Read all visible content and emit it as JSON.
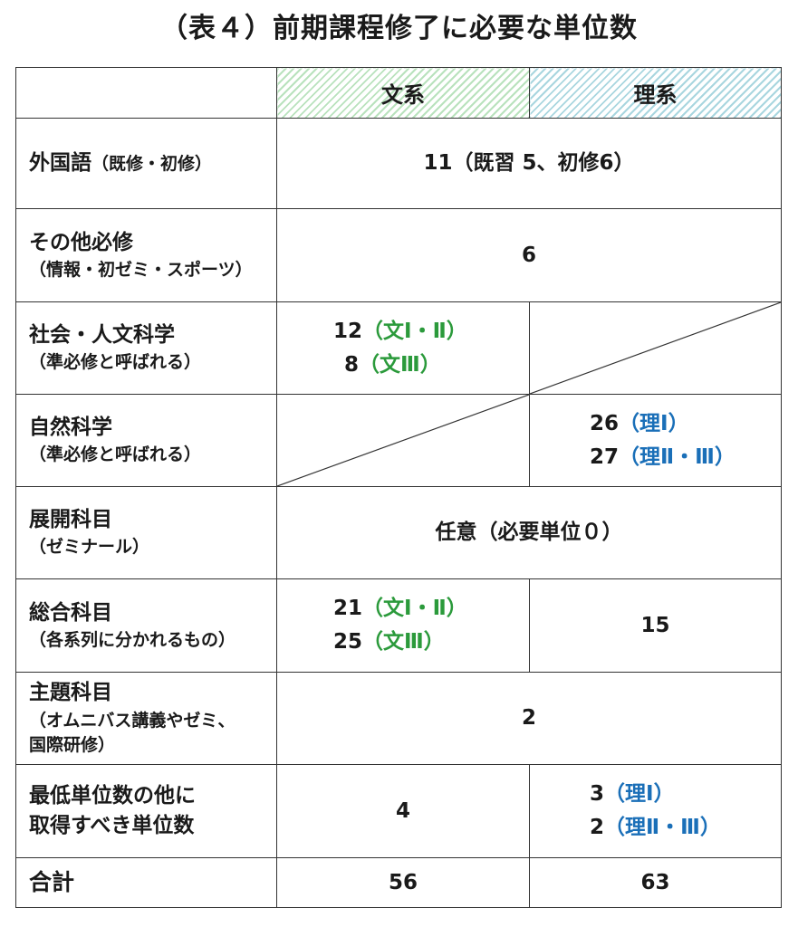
{
  "title": "（表４）前期課程修了に必要な単位数",
  "header": {
    "bunkei": "文系",
    "rikei": "理系"
  },
  "rows": [
    {
      "label_main": "外国語",
      "label_sub": "（既修・初修）",
      "value": "11（既習 5、初修6）"
    },
    {
      "label_main": "その他必修",
      "label_sub": "（情報・初ゼミ・スポーツ）",
      "value": "6"
    },
    {
      "label_main": "社会・人文科学",
      "label_sub": "（準必修と呼ばれる）",
      "bunkei_1_num": "12",
      "bunkei_1_note": "（文Ⅰ・Ⅱ）",
      "bunkei_2_num": "8",
      "bunkei_2_note": "（文Ⅲ）"
    },
    {
      "label_main": "自然科学",
      "label_sub": "（準必修と呼ばれる）",
      "rikei_1_num": "26",
      "rikei_1_note": "（理Ⅰ）",
      "rikei_2_num": "27",
      "rikei_2_note": "（理Ⅱ・Ⅲ）"
    },
    {
      "label_main": "展開科目",
      "label_sub": "（ゼミナール）",
      "value": "任意（必要単位０）"
    },
    {
      "label_main": "総合科目",
      "label_sub": "（各系列に分かれるもの）",
      "bunkei_1_num": "21",
      "bunkei_1_note": "（文Ⅰ・Ⅱ）",
      "bunkei_2_num": "25",
      "bunkei_2_note": "（文Ⅲ）",
      "rikei_value": "15"
    },
    {
      "label_main": "主題科目",
      "label_sub_1": "（オムニバス講義やゼミ、",
      "label_sub_2": "国際研修）",
      "value": "2"
    },
    {
      "label_main_1": "最低単位数の他に",
      "label_main_2": "取得すべき単位数",
      "bunkei_value": "4",
      "rikei_1_num": "3",
      "rikei_1_note": "（理Ⅰ）",
      "rikei_2_num": "2",
      "rikei_2_note": "（理Ⅱ・Ⅲ）"
    },
    {
      "label_main": "合計",
      "bunkei_value": "56",
      "rikei_value": "63"
    }
  ],
  "colors": {
    "bunkei": "#2b9a3b",
    "rikei": "#1a6fb8",
    "hatch_green": "#b9e2bd",
    "hatch_blue": "#a9d6df"
  }
}
